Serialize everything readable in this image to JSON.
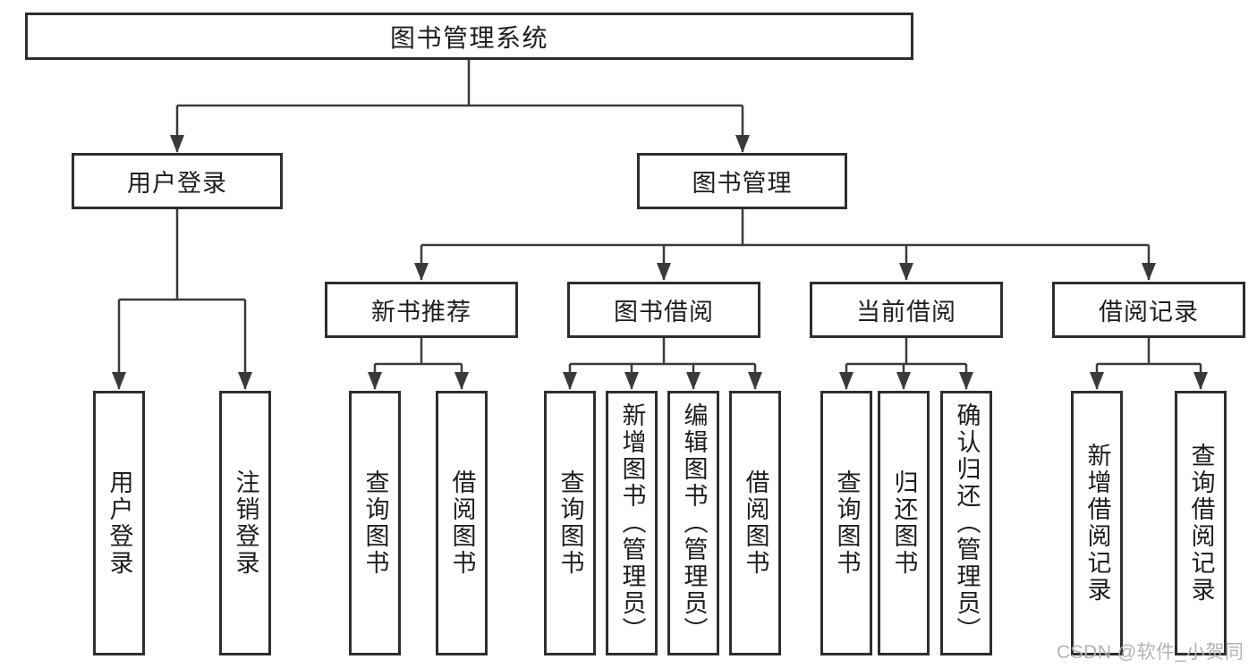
{
  "tree": {
    "root": {
      "label": "图书管理系统"
    },
    "branches": [
      {
        "label": "用户登录",
        "children": [
          {
            "label": "用户登录"
          },
          {
            "label": "注销登录"
          }
        ]
      },
      {
        "label": "图书管理",
        "children": [
          {
            "label": "新书推荐",
            "children": [
              {
                "label": "查询图书"
              },
              {
                "label": "借阅图书"
              }
            ]
          },
          {
            "label": "图书借阅",
            "children": [
              {
                "label": "查询图书"
              },
              {
                "label": "新增图书（管理员）"
              },
              {
                "label": "编辑图书（管理员）"
              },
              {
                "label": "借阅图书"
              }
            ]
          },
          {
            "label": "当前借阅",
            "children": [
              {
                "label": "查询图书"
              },
              {
                "label": "归还图书"
              },
              {
                "label": "确认归还（管理员）"
              }
            ]
          },
          {
            "label": "借阅记录",
            "children": [
              {
                "label": "新增借阅记录"
              },
              {
                "label": "查询借阅记录"
              }
            ]
          }
        ]
      }
    ]
  },
  "watermark": {
    "text": "CSDN @软件_小贺同学",
    "color": "#b3b3b3"
  },
  "style": {
    "line_color": "#3a3a3a",
    "border_color": "#2e2e2e",
    "text_color": "#1d1d1d",
    "background": "#ffffff"
  }
}
